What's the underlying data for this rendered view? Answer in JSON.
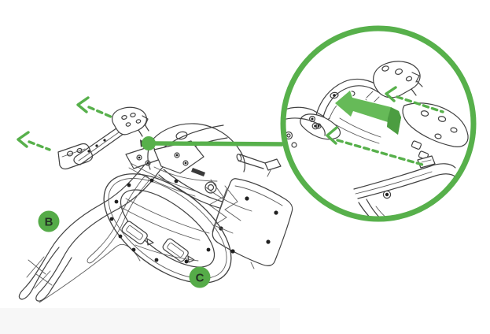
{
  "labels": {
    "part_b": "B",
    "part_c": "C"
  },
  "badges": {
    "b": {
      "label": "B"
    },
    "c": {
      "label": "C"
    }
  },
  "colors": {
    "background": "#ffffff",
    "line": "#414141",
    "accent": "#57b04b",
    "badge_fill": "#55ab48",
    "badge_text": "#243224",
    "arrow_fill": "#66ba58",
    "arrow_fold": "#4c9d41",
    "screw": "#202020",
    "page_shading": "#f7f7f7"
  },
  "icons": {
    "magnifier-circle": "large-circle-outline",
    "detail-anchor-dot": "filled-circle",
    "detail-leader-line": "thick-horizontal-line",
    "slide-direction-arrow": "bent-ribbon-arrow-pointing-left",
    "detach-direction-arrow": "dashed-line-with-open-chevron-pointing-up-left"
  }
}
